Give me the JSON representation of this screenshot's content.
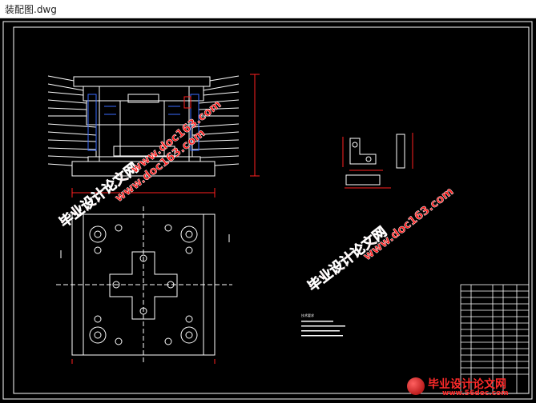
{
  "window": {
    "title": "装配图.dwg"
  },
  "drawing": {
    "watermark_cn": "毕业设计论文网",
    "watermark_url": "www.doc163.com",
    "notes_title": "技术要求",
    "bottom_logo_cn": "毕业设计论文网",
    "bottom_logo_url": "www.56doc.com"
  },
  "colors": {
    "background": "#000000",
    "line_white": "#ffffff",
    "dimension_red": "#ff2020",
    "hatch_blue": "#3a6cff",
    "watermark_red": "#ff1a1a"
  }
}
